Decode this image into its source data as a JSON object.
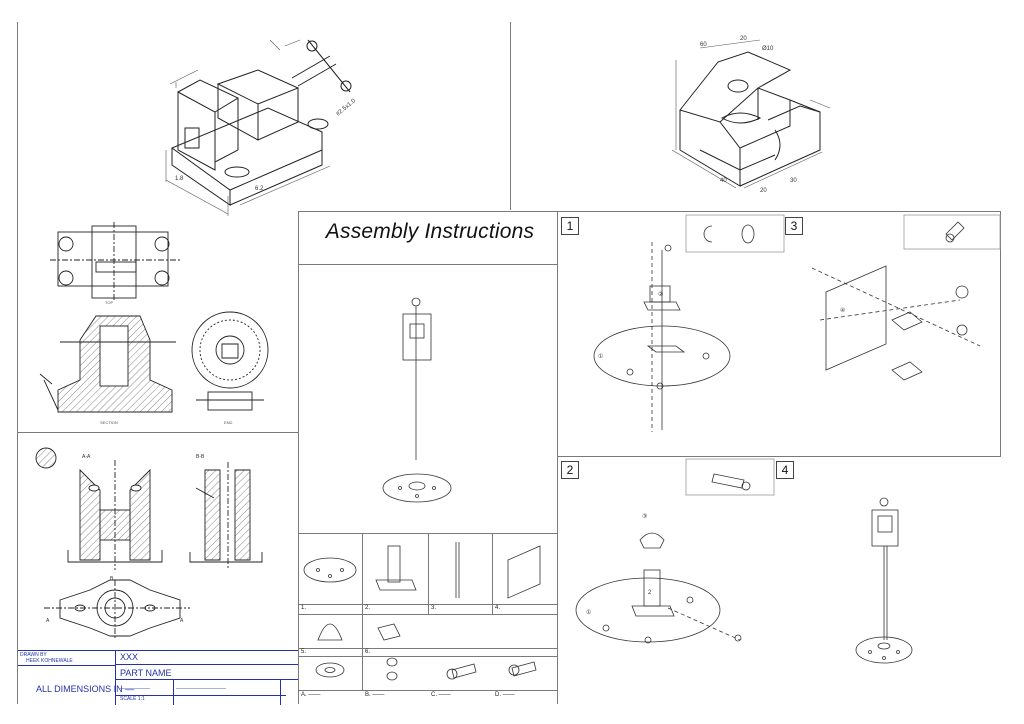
{
  "assembly": {
    "title": "Assembly Instructions",
    "steps": [
      "1",
      "2",
      "3",
      "4"
    ],
    "part_numbers": [
      "1.",
      "2.",
      "3.",
      "4."
    ],
    "part_row2": [
      "5.",
      "6."
    ],
    "hardware_labels": [
      "A. ——",
      "B. ——",
      "C. ——",
      "D. ——"
    ]
  },
  "title_block": {
    "drawn_label": "DRAWN BY",
    "drawn_by": "HEEK KOHNEWALE",
    "project_value": "XXX",
    "part_name": "PART NAME",
    "dimensions_note": "ALL DIMENSIONS IN —",
    "dashes_1": "——————",
    "dashes_2": "——————————",
    "sheet": "SCALE 1:1"
  }
}
